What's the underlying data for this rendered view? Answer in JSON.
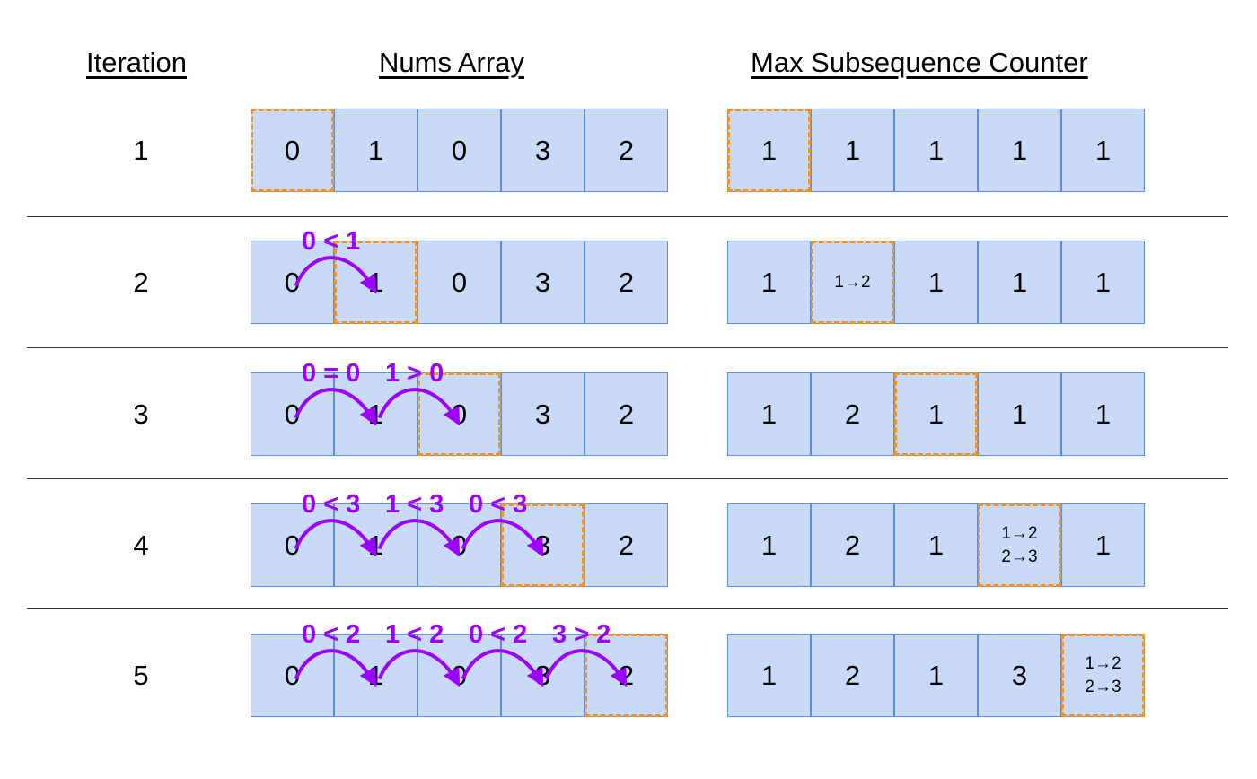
{
  "headers": {
    "iteration": "Iteration",
    "nums": "Nums Array",
    "counter": "Max Subsequence Counter"
  },
  "colors": {
    "cell_fill": "#c9daf8",
    "cell_border": "#5b8fe0",
    "highlight": "#f39224",
    "arrow": "#9b00ff",
    "separator": "#333333"
  },
  "rows": [
    {
      "iteration": "1",
      "nums": [
        "0",
        "1",
        "0",
        "3",
        "2"
      ],
      "counter": [
        [
          "1"
        ],
        [
          "1"
        ],
        [
          "1"
        ],
        [
          "1"
        ],
        [
          "1"
        ]
      ],
      "highlight": 0,
      "comparisons": []
    },
    {
      "iteration": "2",
      "nums": [
        "0",
        "1",
        "0",
        "3",
        "2"
      ],
      "counter": [
        [
          "1"
        ],
        [
          "1→2"
        ],
        [
          "1"
        ],
        [
          "1"
        ],
        [
          "1"
        ]
      ],
      "highlight": 1,
      "comparisons": [
        {
          "label": "0 < 1",
          "from": 0
        }
      ]
    },
    {
      "iteration": "3",
      "nums": [
        "0",
        "1",
        "0",
        "3",
        "2"
      ],
      "counter": [
        [
          "1"
        ],
        [
          "2"
        ],
        [
          "1"
        ],
        [
          "1"
        ],
        [
          "1"
        ]
      ],
      "highlight": 2,
      "comparisons": [
        {
          "label": "0 = 0",
          "from": 0
        },
        {
          "label": "1 > 0",
          "from": 1
        }
      ]
    },
    {
      "iteration": "4",
      "nums": [
        "0",
        "1",
        "0",
        "3",
        "2"
      ],
      "counter": [
        [
          "1"
        ],
        [
          "2"
        ],
        [
          "1"
        ],
        [
          "1→2",
          "2→3"
        ],
        [
          "1"
        ]
      ],
      "highlight": 3,
      "comparisons": [
        {
          "label": "0 < 3",
          "from": 0
        },
        {
          "label": "1 < 3",
          "from": 1
        },
        {
          "label": "0 < 3",
          "from": 2
        }
      ]
    },
    {
      "iteration": "5",
      "nums": [
        "0",
        "1",
        "0",
        "3",
        "2"
      ],
      "counter": [
        [
          "1"
        ],
        [
          "2"
        ],
        [
          "1"
        ],
        [
          "3"
        ],
        [
          "1→2",
          "2→3"
        ]
      ],
      "highlight": 4,
      "comparisons": [
        {
          "label": "0 < 2",
          "from": 0
        },
        {
          "label": "1 < 2",
          "from": 1
        },
        {
          "label": "0 < 2",
          "from": 2
        },
        {
          "label": "3 > 2",
          "from": 3
        }
      ]
    }
  ]
}
